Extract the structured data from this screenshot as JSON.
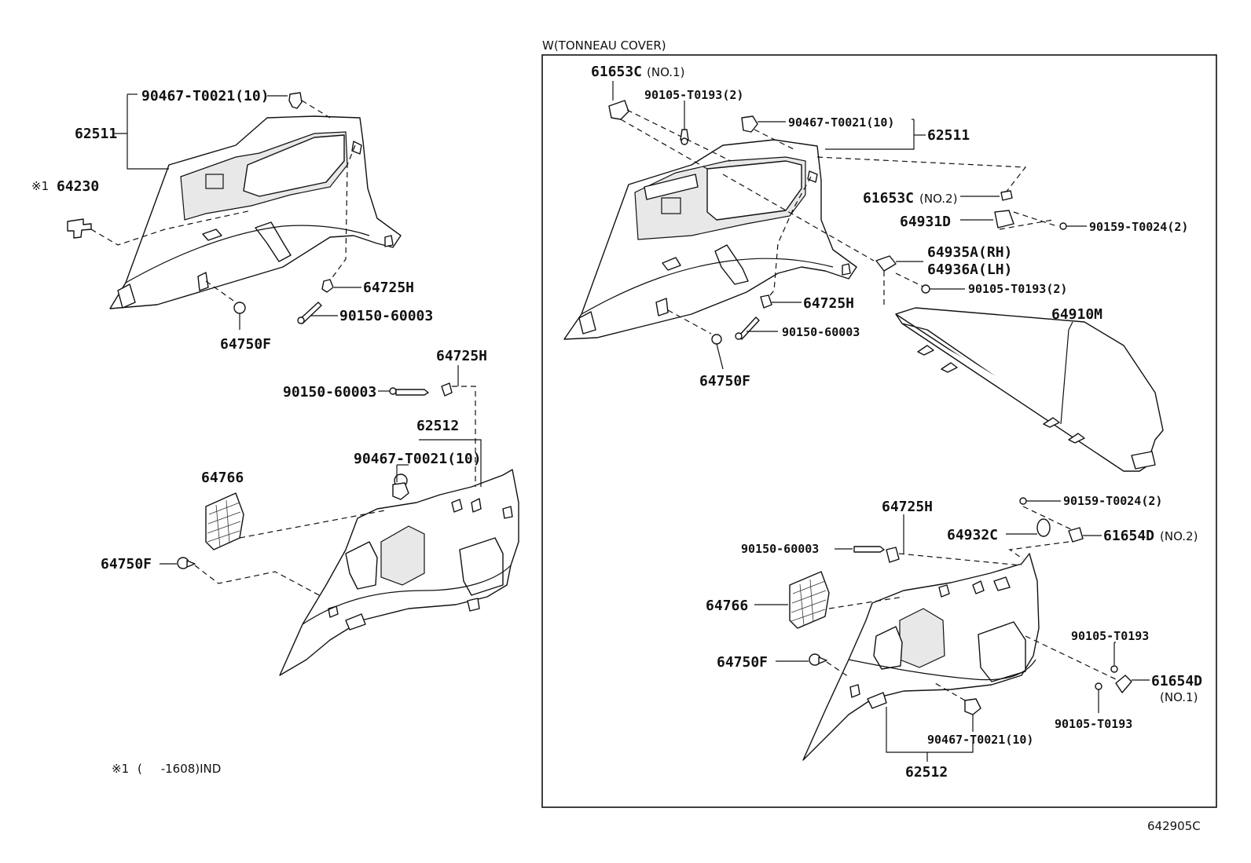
{
  "diagram": {
    "section_title": "W(TONNEAU COVER)",
    "figure_code": "642905C",
    "footnote": {
      "mark": "※1",
      "text": "(     -1608)IND"
    },
    "left_group": {
      "upper": {
        "p62511": "62511",
        "p90467_top": "90467-T0021(10)",
        "p64230_mark": "※1",
        "p64230": "64230",
        "p64725H": "64725H",
        "p90150": "90150-60003",
        "p64750F": "64750F"
      },
      "lower": {
        "p64725H": "64725H",
        "p90150": "90150-60003",
        "p62512": "62512",
        "p90467": "90467-T0021(10)",
        "p64766": "64766",
        "p64750F": "64750F"
      }
    },
    "right_group": {
      "upper": {
        "p61653C_no1": "61653C",
        "p61653C_no1_suffix": "(NO.1)",
        "p90105_2": "90105-T0193(2)",
        "p90467": "90467-T0021(10)",
        "p62511": "62511",
        "p61653C_no2": "61653C",
        "p61653C_no2_suffix": "(NO.2)",
        "p64931D": "64931D",
        "p90159_2": "90159-T0024(2)",
        "p64935A": "64935A(RH)",
        "p64936A": "64936A(LH)",
        "p90105_2b": "90105-T0193(2)",
        "p64725H": "64725H",
        "p90150": "90150-60003",
        "p64750F": "64750F",
        "p64910M": "64910M"
      },
      "lower": {
        "p64725H": "64725H",
        "p90159_2": "90159-T0024(2)",
        "p90150": "90150-60003",
        "p64932C": "64932C",
        "p61654D_no2": "61654D",
        "p61654D_no2_suffix": "(NO.2)",
        "p64766": "64766",
        "p90105_a": "90105-T0193",
        "p64750F": "64750F",
        "p61654D_no1": "61654D",
        "p61654D_no1_suffix": "(NO.1)",
        "p90105_b": "90105-T0193",
        "p90467": "90467-T0021(10)",
        "p62512": "62512"
      }
    }
  }
}
